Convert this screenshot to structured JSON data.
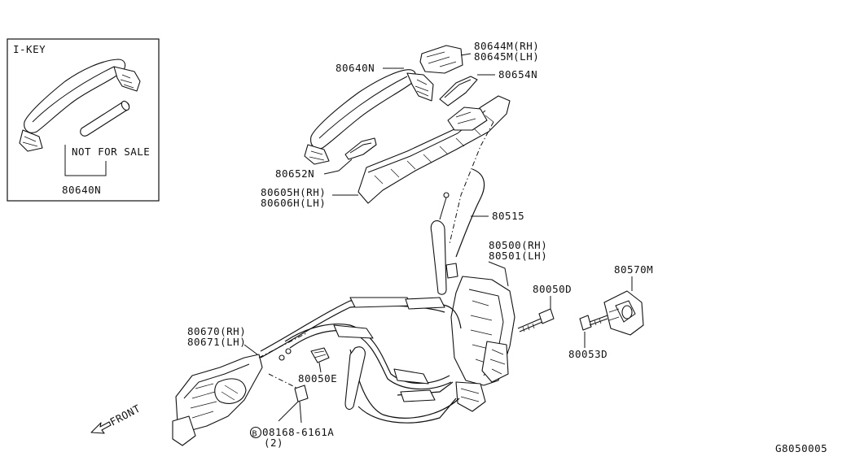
{
  "inset": {
    "title": "I-KEY",
    "note": "NOT FOR SALE",
    "part": "80640N"
  },
  "labels": {
    "p80640N": "80640N",
    "p80644M": "80644M(RH)",
    "p80645M": "80645M(LH)",
    "p80654N": "80654N",
    "p80652N": "80652N",
    "p80605H": "80605H(RH)",
    "p80606H": "80606H(LH)",
    "p80515": "80515",
    "p80500": "80500(RH)",
    "p80501": "80501(LH)",
    "p80570M": "80570M",
    "p80050D": "80050D",
    "p80053D": "80053D",
    "p80670": "80670(RH)",
    "p80671": "80671(LH)",
    "p80050E": "80050E",
    "p08168": "08168-6161A",
    "p08168_qty": "(2)",
    "bolt_symbol": "B",
    "front": "FRONT"
  },
  "footer": {
    "figure_code": "G8050005"
  }
}
